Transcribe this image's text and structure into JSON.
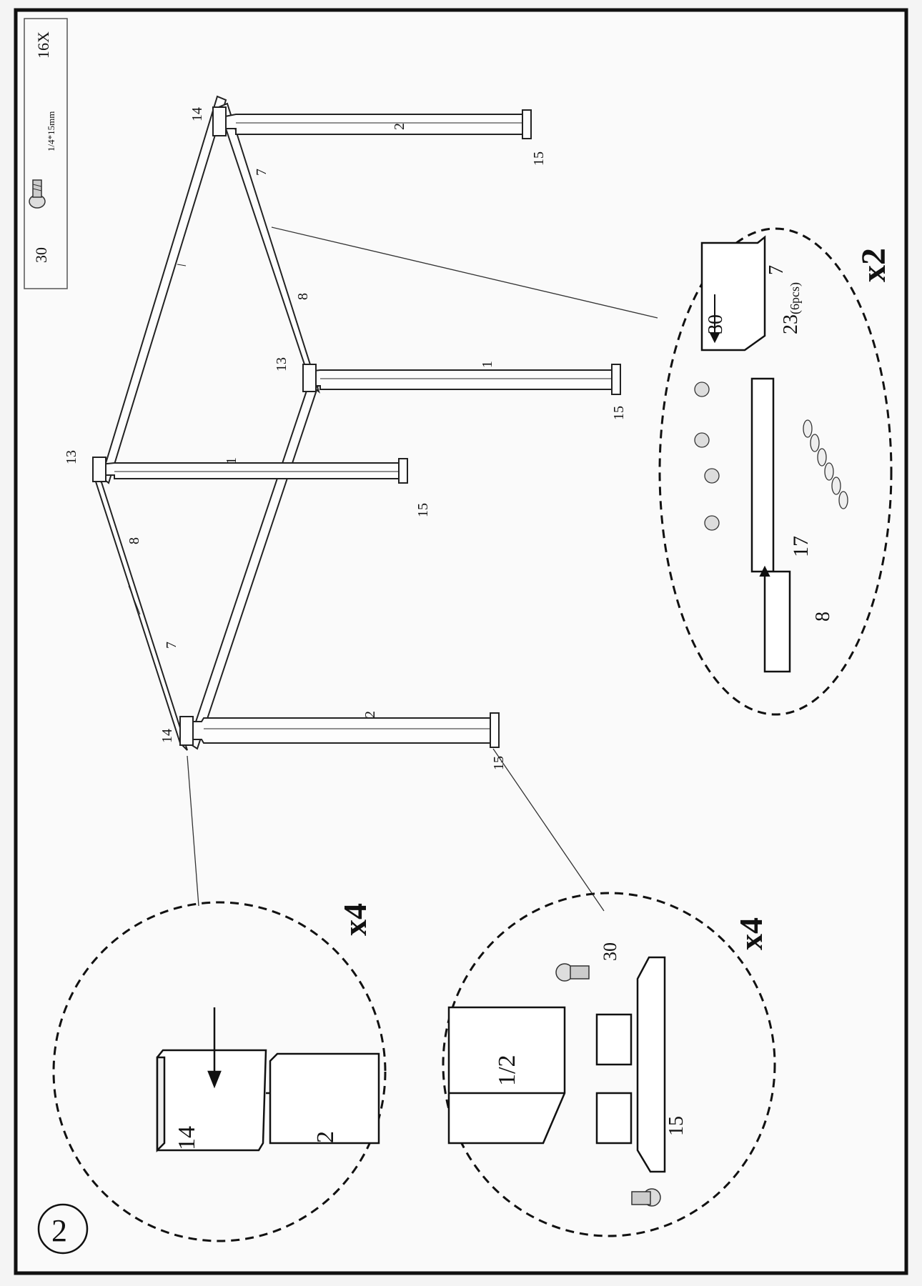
{
  "step": {
    "number": "2"
  },
  "hardware": {
    "part_number": "30",
    "size": "1/4*15mm",
    "quantity": "16X"
  },
  "frame_labels": {
    "leg_left": "2",
    "leg_right": "2",
    "leg_back_mid": "1",
    "leg_back_right": "1",
    "bracket_left": "14",
    "bracket_right": "14",
    "bracket_mid_top": "13",
    "bracket_mid": "13",
    "foot_a": "15",
    "foot_b": "15",
    "foot_c": "15",
    "foot_d": "15",
    "beam_7_left": "7",
    "beam_8_left": "8",
    "beam_7_right": "7",
    "beam_8_right": "8"
  },
  "detail_top": {
    "part_a": "14",
    "part_b": "2",
    "multiplier": "x4"
  },
  "detail_foot": {
    "part_leg": "1/2",
    "part_foot": "15",
    "part_screw": "30",
    "multiplier": "x4"
  },
  "detail_beam": {
    "part_left": "8",
    "part_connector": "17",
    "part_right": "7",
    "part_screw": "30",
    "part_pins": "23",
    "pins_note": "(6pcs)",
    "multiplier": "x2"
  }
}
